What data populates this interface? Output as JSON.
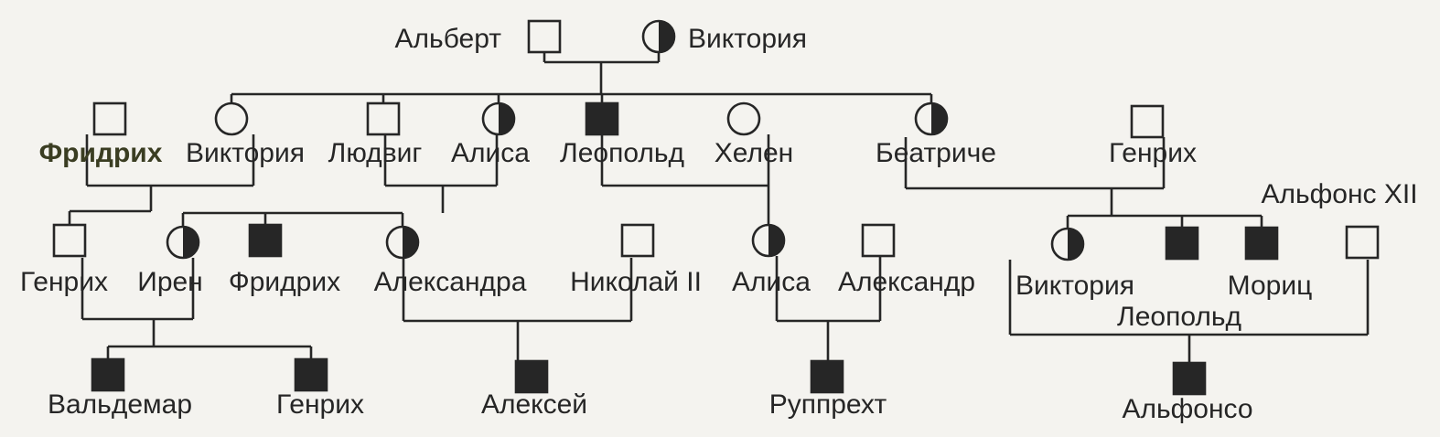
{
  "pedigree": {
    "individuals": [
      {
        "id": "albert",
        "name": "Альберт",
        "sex": "male",
        "status": "unaffected"
      },
      {
        "id": "victoria_queen",
        "name": "Виктория",
        "sex": "female",
        "status": "carrier"
      },
      {
        "id": "friedrich_g2",
        "name": "Фридрих",
        "sex": "male",
        "status": "unaffected"
      },
      {
        "id": "victoria_g2",
        "name": "Виктория",
        "sex": "female",
        "status": "unaffected"
      },
      {
        "id": "ludwig",
        "name": "Людвиг",
        "sex": "male",
        "status": "unaffected"
      },
      {
        "id": "alice_g2",
        "name": "Алиса",
        "sex": "female",
        "status": "carrier"
      },
      {
        "id": "leopold_g2",
        "name": "Леопольд",
        "sex": "male",
        "status": "affected"
      },
      {
        "id": "helen",
        "name": "Хелен",
        "sex": "female",
        "status": "unaffected"
      },
      {
        "id": "beatrice",
        "name": "Беатриче",
        "sex": "female",
        "status": "carrier"
      },
      {
        "id": "henry_g2",
        "name": "Генрих",
        "sex": "male",
        "status": "unaffected"
      },
      {
        "id": "henry_g3",
        "name": "Генрих",
        "sex": "male",
        "status": "unaffected"
      },
      {
        "id": "irene",
        "name": "Ирен",
        "sex": "female",
        "status": "carrier"
      },
      {
        "id": "friedrich_g3",
        "name": "Фридрих",
        "sex": "male",
        "status": "affected"
      },
      {
        "id": "alexandra",
        "name": "Александра",
        "sex": "female",
        "status": "carrier"
      },
      {
        "id": "nicholas",
        "name": "Николай II",
        "sex": "male",
        "status": "unaffected"
      },
      {
        "id": "alice_g3",
        "name": "Алиса",
        "sex": "female",
        "status": "carrier"
      },
      {
        "id": "alexander",
        "name": "Александр",
        "sex": "male",
        "status": "unaffected"
      },
      {
        "id": "victoria_g3",
        "name": "Виктория",
        "sex": "female",
        "status": "carrier"
      },
      {
        "id": "leopold_g3",
        "name": "Леопольд",
        "sex": "male",
        "status": "affected"
      },
      {
        "id": "moritz",
        "name": "Мориц",
        "sex": "male",
        "status": "affected"
      },
      {
        "id": "alfonso_xii",
        "name": "Альфонс XII",
        "sex": "male",
        "status": "unaffected"
      },
      {
        "id": "waldemar",
        "name": "Вальдемар",
        "sex": "male",
        "status": "affected"
      },
      {
        "id": "henry_g4",
        "name": "Генрих",
        "sex": "male",
        "status": "affected"
      },
      {
        "id": "alexei",
        "name": "Алексей",
        "sex": "male",
        "status": "affected"
      },
      {
        "id": "rupprecht",
        "name": "Руппрехт",
        "sex": "male",
        "status": "affected"
      },
      {
        "id": "alfonso",
        "name": "Альфонсо",
        "sex": "male",
        "status": "affected"
      }
    ],
    "unions": [
      {
        "partners": [
          "albert",
          "victoria_queen"
        ],
        "children": [
          "victoria_g2",
          "ludwig",
          "alice_g2",
          "leopold_g2",
          "beatrice"
        ]
      },
      {
        "partners": [
          "friedrich_g2",
          "victoria_g2"
        ],
        "children": [
          "henry_g3"
        ]
      },
      {
        "partners": [
          "ludwig",
          "alice_g2"
        ],
        "children": [
          "irene",
          "friedrich_g3",
          "alexandra"
        ]
      },
      {
        "partners": [
          "leopold_g2",
          "helen"
        ],
        "children": [
          "alice_g3"
        ]
      },
      {
        "partners": [
          "beatrice",
          "henry_g2"
        ],
        "children": [
          "victoria_g3",
          "leopold_g3",
          "moritz"
        ]
      },
      {
        "partners": [
          "henry_g3",
          "irene"
        ],
        "children": [
          "waldemar",
          "henry_g4"
        ]
      },
      {
        "partners": [
          "alexandra",
          "nicholas"
        ],
        "children": [
          "alexei"
        ]
      },
      {
        "partners": [
          "alice_g3",
          "alexander"
        ],
        "children": [
          "rupprecht"
        ]
      },
      {
        "partners": [
          "victoria_g3",
          "alfonso_xii"
        ],
        "children": [
          "alfonso"
        ]
      }
    ]
  }
}
